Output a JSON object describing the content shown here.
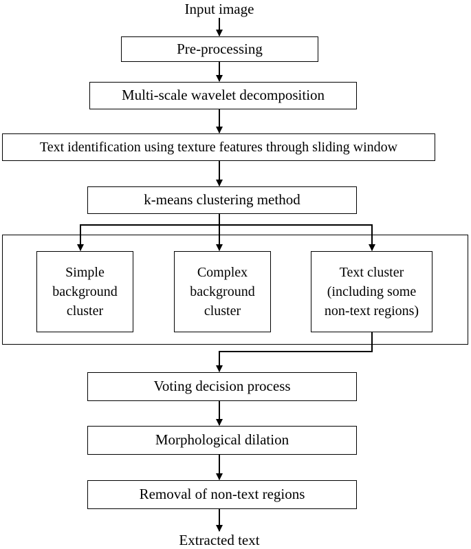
{
  "diagram": {
    "input_label": "Input image",
    "output_label": "Extracted text",
    "steps": {
      "preprocessing": "Pre-processing",
      "wavelet": "Multi-scale wavelet decomposition",
      "text_identification": "Text identification using texture features through sliding window",
      "kmeans": "k-means clustering method",
      "voting": "Voting decision process",
      "dilation": "Morphological dilation",
      "removal": "Removal of non-text regions"
    },
    "clusters": {
      "simple": [
        "Simple",
        "background",
        "cluster"
      ],
      "complex": [
        "Complex",
        "background",
        "cluster"
      ],
      "text": [
        "Text cluster",
        "(including some",
        "non-text regions)"
      ]
    }
  }
}
